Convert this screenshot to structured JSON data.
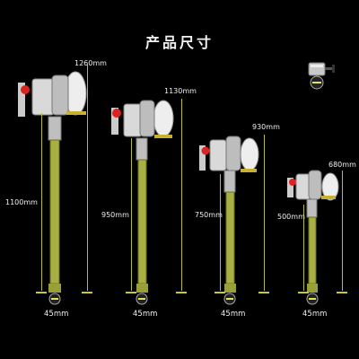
{
  "title": "产品尺寸",
  "pumps": [
    {
      "total_height": "1260mm",
      "tube_length": "1100mm",
      "diameter": "45mm"
    },
    {
      "total_height": "1130mm",
      "tube_length": "950mm",
      "diameter": "45mm"
    },
    {
      "total_height": "930mm",
      "tube_length": "750mm",
      "diameter": "45mm"
    },
    {
      "total_height": "680mm",
      "tube_length": "500mm",
      "diameter": "45mm"
    }
  ],
  "colors": {
    "background": "#000000",
    "tube": "#a8b043",
    "dimension_line": "#b8b83a",
    "text": "#f0f0f0"
  }
}
